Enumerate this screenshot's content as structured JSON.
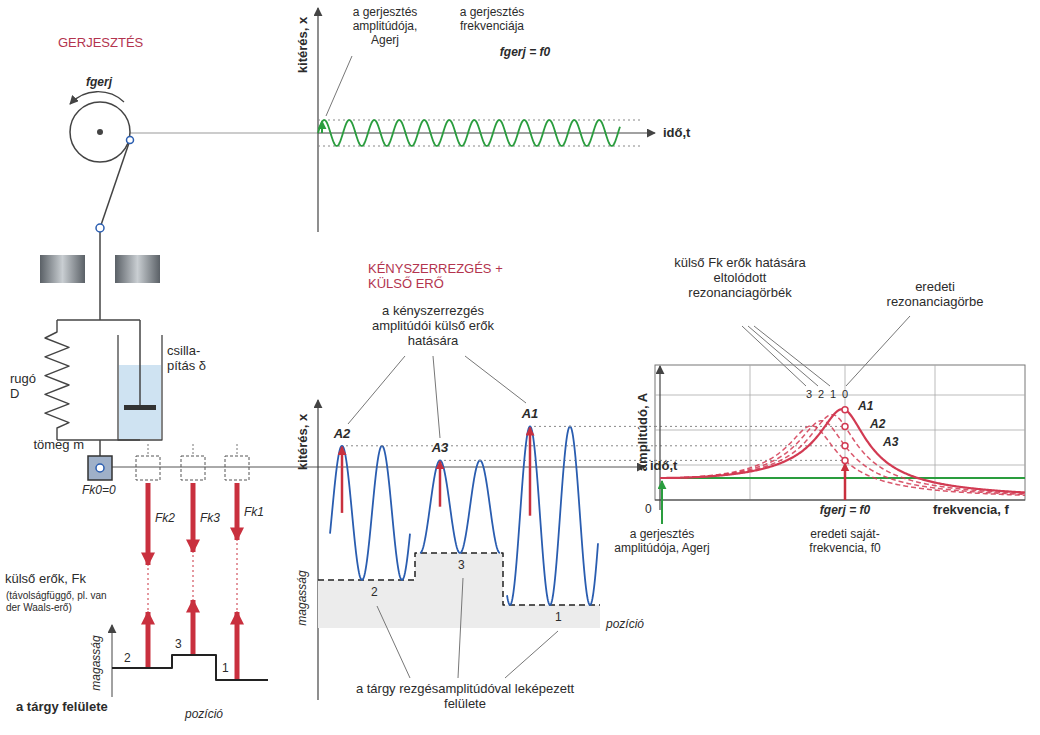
{
  "diagram": {
    "labels": [
      "GERJESZTÉS",
      "fgerj",
      "kitérés, x",
      "a gerjesztés amplitúdója, Agerj",
      "a gerjesztés frekvenciája",
      "fgerj = f0",
      "idő,t",
      "rugó D",
      "csilla- pítás δ",
      "tömeg m",
      "Fk0=0",
      "Fk2",
      "Fk3",
      "Fk1",
      "külső erők, Fk",
      "(távolságfüggő, pl. van der Waals-erő)",
      "magasság",
      "2",
      "3",
      "1",
      "a tárgy felülete",
      "pozíció",
      "KÉNYSZERREZGÉS + KÜLSŐ ERŐ",
      "a kényszerrezgés amplitúdói külső erők hatására",
      "kitérés, x",
      "A2",
      "A3",
      "A1",
      "idő,t",
      "magasság",
      "2",
      "3",
      "1",
      "pozíció",
      "a tárgy rezgésamplitúdóval leképezett felülete",
      "külső Fk erők hatására eltolódott rezonanciagörbék",
      "eredeti rezonanciagörbe",
      "amplitúdó, A",
      "3",
      "2",
      "1",
      "0",
      "A1",
      "A2",
      "A3",
      "0",
      "fgerj = f0",
      "frekvencia, f",
      "a gerjesztés amplitúdója, Agerj",
      "eredeti saját-frekvencia, f0"
    ]
  }
}
